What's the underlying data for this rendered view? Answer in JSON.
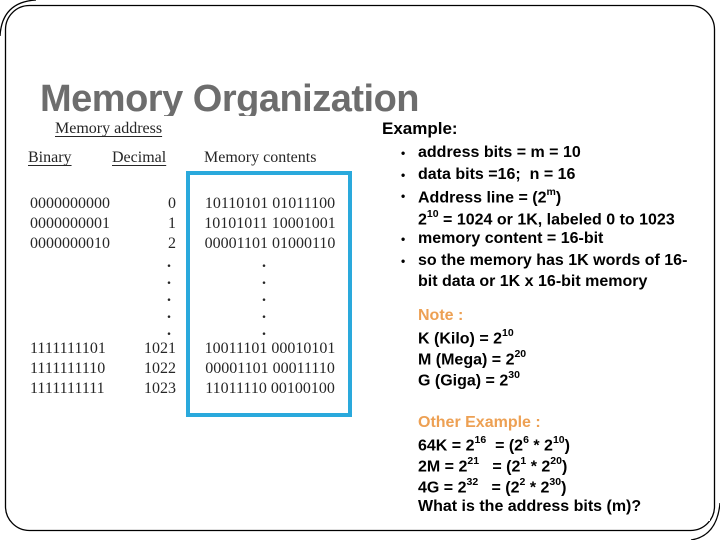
{
  "slide": {
    "title": "Memory Organization"
  },
  "colors": {
    "accent_blue": "#2aa9dc",
    "accent_orange": "#eda053",
    "title_gray": "#6d6d6d"
  },
  "diagram": {
    "memory_address_label": "Memory address",
    "columns": {
      "binary": "Binary",
      "decimal": "Decimal",
      "contents": "Memory contents"
    },
    "rows_top": [
      {
        "binary": "0000000000",
        "decimal": "0",
        "contents": "10110101 01011100"
      },
      {
        "binary": "0000000001",
        "decimal": "1",
        "contents": "10101011 10001001"
      },
      {
        "binary": "0000000010",
        "decimal": "2",
        "contents": "00001101 01000110"
      }
    ],
    "rows_bottom": [
      {
        "binary": "1111111101",
        "decimal": "1021",
        "contents": "10011101 00010101"
      },
      {
        "binary": "1111111110",
        "decimal": "1022",
        "contents": "00001101 00011110"
      },
      {
        "binary": "1111111111",
        "decimal": "1023",
        "contents": "11011110 00100100"
      }
    ],
    "ellipsis": ".\n.\n.\n.\n."
  },
  "example": {
    "heading": "Example:",
    "bullet": "•",
    "line1": "address bits = m = 10",
    "line2": "data bits =16;  n = 16",
    "line3_pre": "Address line = (2",
    "line3_sup": "m",
    "line3_post": ")",
    "line4_pre": "2",
    "line4_sup": "10",
    "line4_post": " = 1024 or 1K, labeled 0 to 1023",
    "line5": "memory content = 16-bit",
    "line6": "so the memory has 1K words of 16-",
    "line7": "bit data or 1K x 16-bit memory"
  },
  "note": {
    "heading": "Note :",
    "lines": [
      {
        "base": "K (Kilo) = 2",
        "sup": "10"
      },
      {
        "base": "M (Mega) = 2",
        "sup": "20"
      },
      {
        "base": "G (Giga) = 2",
        "sup": "30"
      }
    ]
  },
  "other_example": {
    "heading": "Other Example :",
    "lines": [
      {
        "a": "64K = 2",
        "a_sup": "16",
        "b": "  = (2",
        "b_sup": "6",
        "c": " * 2",
        "c_sup": "10",
        "d": ")"
      },
      {
        "a": "2M = 2",
        "a_sup": "21",
        "b": "   = (2",
        "b_sup": "1",
        "c": " * 2",
        "c_sup": "20",
        "d": ")"
      },
      {
        "a": "4G = 2",
        "a_sup": "32",
        "b": "   = (2",
        "b_sup": "2",
        "c": " * 2",
        "c_sup": "30",
        "d": ")"
      }
    ],
    "question": "What is the address bits (m)?"
  }
}
